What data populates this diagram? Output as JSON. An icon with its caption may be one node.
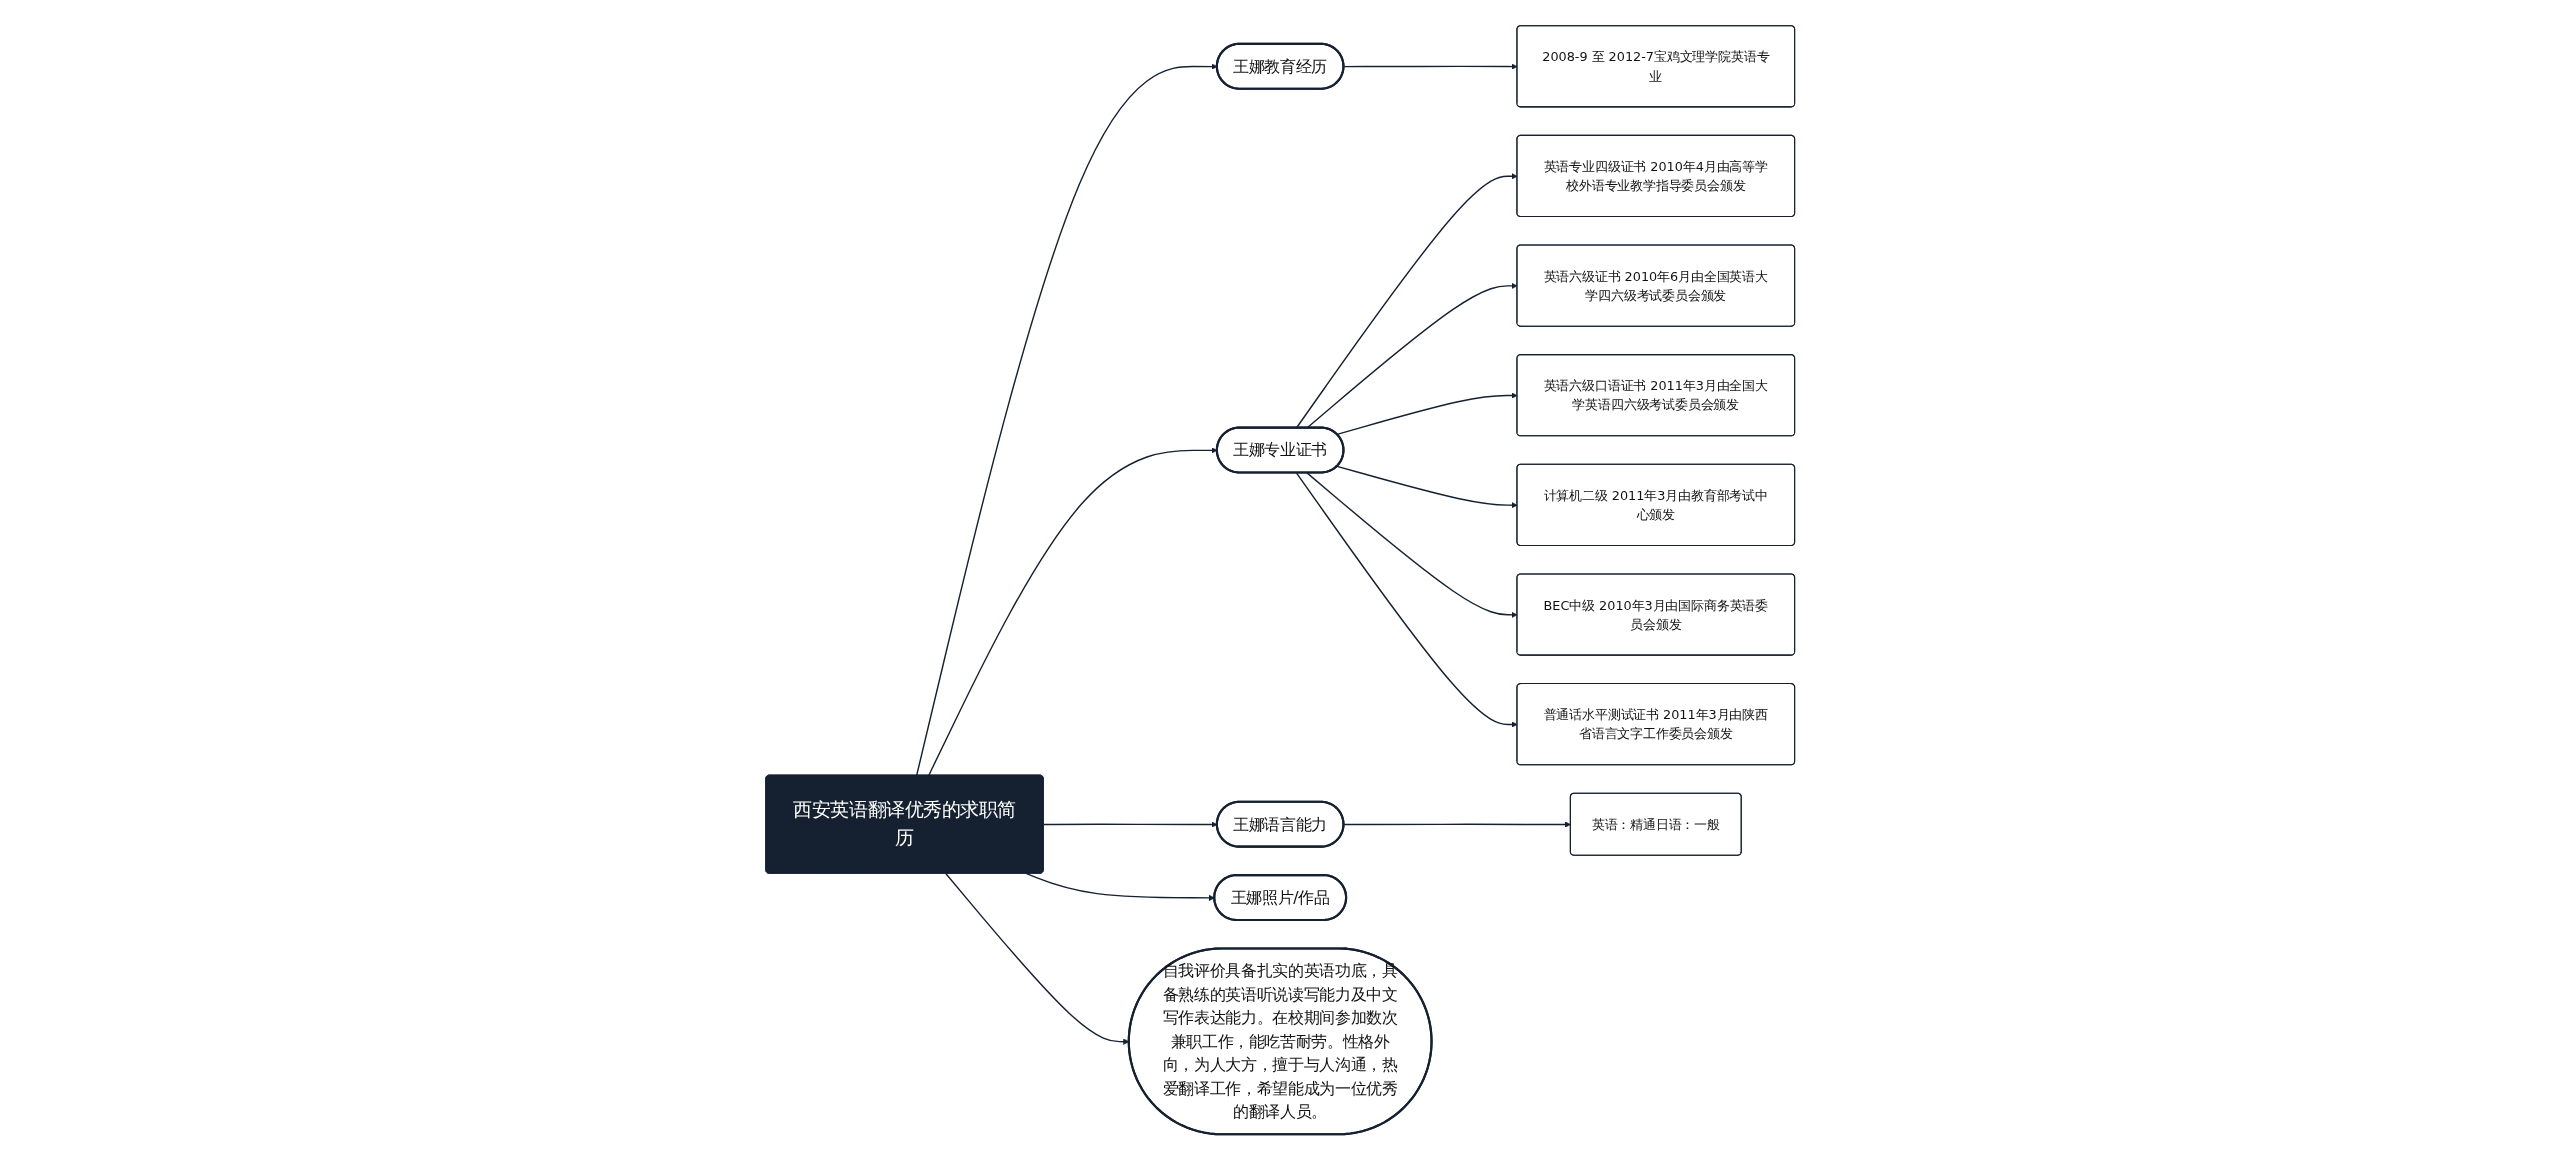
{
  "diagram": {
    "nodes": [
      {
        "text": [
          "西安英语翻译优秀的求职简历"
        ]
      },
      {
        "text": [
          "王娜教育经历"
        ]
      },
      {
        "text": [
          "2008-9 至 2012-7宝鸡文理学院英语专业"
        ]
      },
      {
        "text": [
          "王娜专业证书"
        ]
      },
      {
        "text": [
          "英语专业四级证书 2010年4月由高等学校外语专业教学指导委员会颁发"
        ]
      },
      {
        "text": [
          "英语六级证书 2010年6月由全国英语大学四六级考试委员会颁发"
        ]
      },
      {
        "text": [
          "英语六级口语证书 2011年3月由全国大学英语四六级考试委员会颁发"
        ]
      },
      {
        "text": [
          "计算机二级 2011年3月由教育部考试中心颁发"
        ]
      },
      {
        "text": [
          "BEC中级 2010年3月由国际商务英语委员会颁发"
        ]
      },
      {
        "text": [
          "普通话水平测试证书 2011年3月由陕西省语言文字工作委员会颁发"
        ]
      },
      {
        "text": [
          "自我评价具备扎实的英语功底，具备熟练的英语听说读写能力及中文写作表达能力。在校期间参加数次兼职工作，能吃苦耐劳。性格外向，为人大方，擅于与人沟通，热爱翻译工作，希望能成为一位优秀的翻译人员。"
        ]
      },
      {
        "text": [
          "王娜语言能力"
        ]
      },
      {
        "text": [
          "英语：精通日语：一般"
        ]
      },
      {
        "text": [
          "王娜照片/作品"
        ]
      }
    ],
    "edges": [
      {
        "from": 0,
        "to": 1,
        "arrow": "to"
      },
      {
        "from": 1,
        "to": 2,
        "arrow": "to"
      },
      {
        "from": 0,
        "to": 3,
        "arrow": "to"
      },
      {
        "from": 3,
        "to": 4,
        "arrow": "to"
      },
      {
        "from": 3,
        "to": 5,
        "arrow": "to"
      },
      {
        "from": 3,
        "to": 6,
        "arrow": "to"
      },
      {
        "from": 3,
        "to": 7,
        "arrow": "to"
      },
      {
        "from": 3,
        "to": 8,
        "arrow": "to"
      },
      {
        "from": 3,
        "to": 9,
        "arrow": "to"
      },
      {
        "from": 0,
        "to": 10,
        "arrow": "to"
      },
      {
        "from": 0,
        "to": 11,
        "arrow": "to"
      },
      {
        "from": 11,
        "to": 12,
        "arrow": "to"
      },
      {
        "from": 0,
        "to": 13,
        "arrow": "to"
      }
    ]
  }
}
